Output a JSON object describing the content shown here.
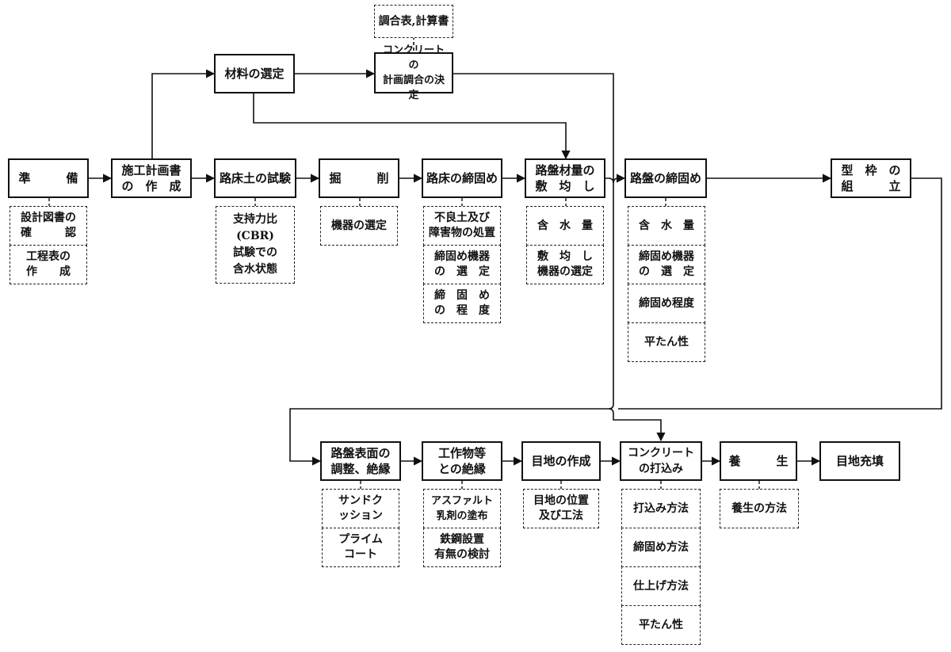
{
  "nodes": {
    "chouaihyo": "調合表,計算書",
    "zairyo": "材料の選定",
    "concrete_keikaku": "コンクリートの\n計画調合の決定",
    "junbi": "準　　　備",
    "shiko_keikaku": "施工計画書\nの　作　成",
    "roshoudo": "路床土の試験",
    "kussaku": "掘　　　削",
    "roshou_shime": "路床の締固め",
    "robanzai": "路盤材量の\n敷　均　し",
    "roban_shime": "路盤の締固め",
    "katawaku": "型　枠　の\n組　　　立",
    "roban_hyomen": "路盤表面の\n調整、絶縁",
    "kousakubutsu": "工作物等\nとの絶縁",
    "mechi": "目地の作成",
    "concrete_uchikomi": "コンクリート\nの打込み",
    "yojo": "養　　　生",
    "mechi_juten": "目地充填"
  },
  "subs": {
    "junbi": [
      "設計図書の\n確　　　認",
      "工程表の\n作　　成"
    ],
    "roshoudo": [
      "支持力比\n(CBR)\n試験での\n含水状態"
    ],
    "kussaku": [
      "機器の選定"
    ],
    "roshou_shime": [
      "不良土及び\n障害物の処置",
      "締固め機器\nの　選　定",
      "締　固　め\nの　程　度"
    ],
    "robanzai": [
      "含　水　量",
      "敷　均　し\n機器の選定"
    ],
    "roban_shime": [
      "含　水　量",
      "締固め機器\nの　選　定",
      "締固め程度",
      "平たん性"
    ],
    "roban_hyomen": [
      "サンドク\nッション",
      "プライム\nコート"
    ],
    "kousakubutsu": [
      "アスファルト\n乳剤の塗布",
      "鉄鋼設置\n有無の検討"
    ],
    "mechi": [
      "目地の位置\n及び工法"
    ],
    "concrete_uchikomi": [
      "打込み方法",
      "締固め方法",
      "仕上げ方法",
      "平たん性"
    ],
    "yojo": [
      "養生の方法"
    ]
  }
}
